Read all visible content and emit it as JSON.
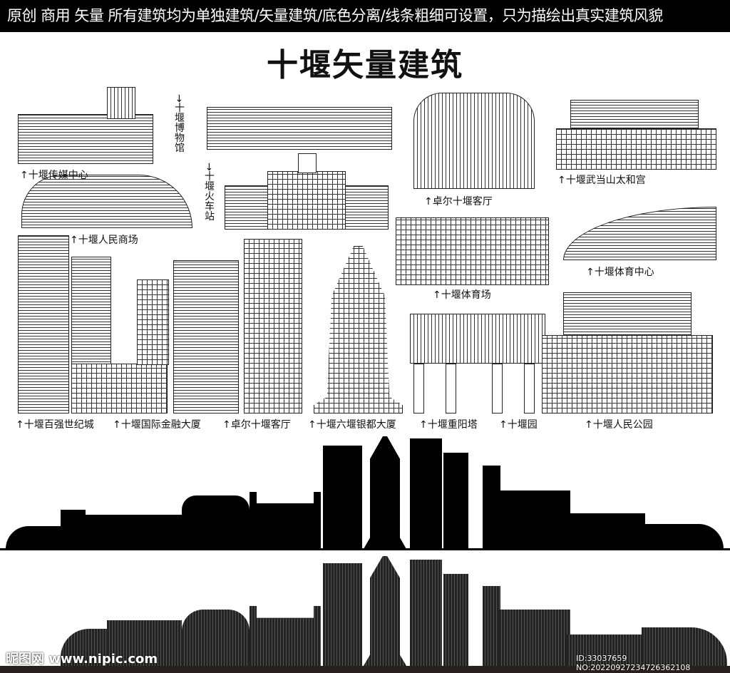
{
  "header": {
    "text": "原创  商用  矢量  所有建筑均为单独建筑/矢量建筑/底色分离/线条粗细可设置，只为描绘出真实建筑风貌"
  },
  "title": "十堰矢量建筑",
  "labels": {
    "media_center": "↑十堰传媒中心",
    "museum": "→十堰博物馆",
    "railway_station": "→十堰火车站",
    "peoples_mall": "↑十堰人民商场",
    "zall_living_room_top": "↑卓尔十堰客厅",
    "taihe_palace": "↑十堰武当山太和宫",
    "sports_center": "↑十堰体育中心",
    "stadium": "↑十堰体育场",
    "baiqiang": "↑十堰百强世纪城",
    "ifc": "↑十堰国际金融大厦",
    "zall_living_room": "↑卓尔十堰客厅",
    "yindu": "↑十堰六堰银都大厦",
    "chongyang_tower": "↑十堰重阳塔",
    "shiyan_garden": "↑十堰园",
    "peoples_park": "↑十堰人民公园"
  },
  "watermark": {
    "logo": "昵图网 www.nipic.com",
    "id": "ID:33037659 NO:20220927234726362108"
  }
}
